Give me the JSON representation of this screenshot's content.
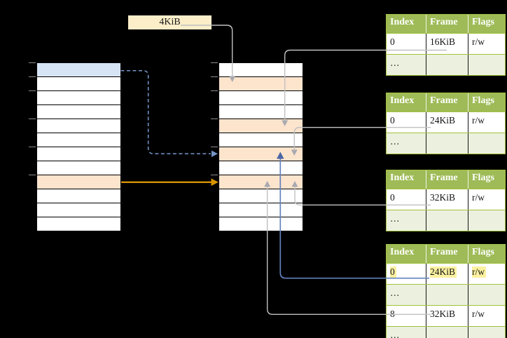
{
  "box_4kib": {
    "label": "4KiB"
  },
  "colors": {
    "background": "#000000",
    "box_cream": "#FBEEC9",
    "page_blue": "#D7E4F6",
    "page_peach": "#FCE4CD",
    "page_white": "#FFFFFF",
    "table_header_green": "#9EBB57",
    "table_border_green": "#A2C13E",
    "table_alt_row_green": "#EBF1DE",
    "highlight_yellow": "#FBF1A0",
    "header_text": "#FFFFFF",
    "connector_gray": "#C0C0C0",
    "arrowhead_gray": "#A9A9B0",
    "arrow_blue": "#6282BE",
    "arrowhead_blue": "#4A66A3",
    "dashed_blue": "#7596C8",
    "arrow_orange": "#D79300",
    "tick_gray": "#8C8C8C"
  },
  "left_column": {
    "rows": [
      {
        "color": "#D7E4F6"
      },
      {
        "color": "#FFFFFF"
      },
      {
        "color": "#FFFFFF"
      },
      {
        "color": "#FFFFFF"
      },
      {
        "color": "#FFFFFF"
      },
      {
        "color": "#FFFFFF"
      },
      {
        "color": "#FFFFFF"
      },
      {
        "color": "#FFFFFF"
      },
      {
        "color": "#FCE4CD"
      },
      {
        "color": "#FFFFFF"
      },
      {
        "color": "#FFFFFF"
      },
      {
        "color": "#FFFFFF"
      }
    ]
  },
  "middle_column": {
    "rows": [
      {
        "color": "#FFFFFF"
      },
      {
        "color": "#FCE4CD"
      },
      {
        "color": "#FFFFFF"
      },
      {
        "color": "#FFFFFF"
      },
      {
        "color": "#FCE4CD"
      },
      {
        "color": "#FFFFFF"
      },
      {
        "color": "#FCE4CD"
      },
      {
        "color": "#FFFFFF"
      },
      {
        "color": "#FCE4CD"
      },
      {
        "color": "#FFFFFF"
      },
      {
        "color": "#FFFFFF"
      },
      {
        "color": "#FFFFFF"
      }
    ]
  },
  "tables": [
    {
      "headers": [
        "Index",
        "Frame",
        "Flags"
      ],
      "rows": [
        {
          "cells": [
            "0",
            "16KiB",
            "r/w"
          ]
        },
        {
          "cells": [
            "…",
            "",
            ""
          ]
        }
      ]
    },
    {
      "headers": [
        "Index",
        "Frame",
        "Flags"
      ],
      "rows": [
        {
          "cells": [
            "0",
            "24KiB",
            "r/w"
          ]
        },
        {
          "cells": [
            "…",
            "",
            ""
          ]
        }
      ]
    },
    {
      "headers": [
        "Index",
        "Frame",
        "Flags"
      ],
      "rows": [
        {
          "cells": [
            "0",
            "32KiB",
            "r/w"
          ]
        },
        {
          "cells": [
            "…",
            "",
            ""
          ]
        }
      ]
    },
    {
      "headers": [
        "Index",
        "Frame",
        "Flags"
      ],
      "rows": [
        {
          "cells": [
            "0",
            "24KiB",
            "r/w"
          ],
          "highlighted": true
        },
        {
          "cells": [
            "…",
            "",
            ""
          ]
        },
        {
          "cells": [
            "8",
            "32KiB",
            "r/w"
          ]
        },
        {
          "cells": [
            "…",
            "",
            ""
          ]
        }
      ]
    }
  ]
}
